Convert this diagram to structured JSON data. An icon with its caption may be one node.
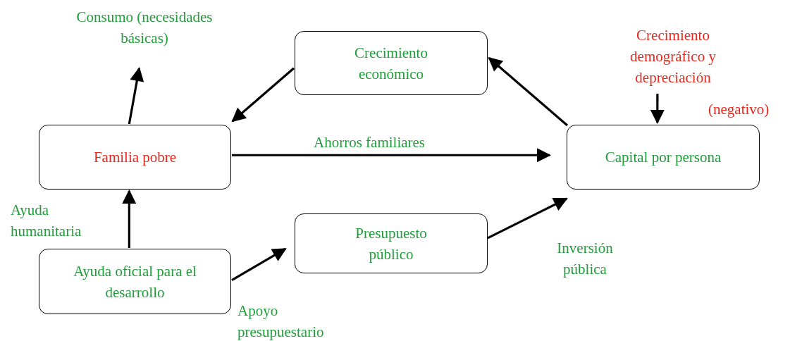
{
  "diagram": {
    "nodes": [
      {
        "text": [
          "Crecimiento económico"
        ]
      },
      {
        "text": [
          "Familia pobre"
        ]
      },
      {
        "text": [
          "Capital por persona"
        ]
      },
      {
        "text": [
          "Presupuesto público"
        ]
      },
      {
        "text": [
          "Ayuda oficial para el desarrollo"
        ]
      },
      {
        "text": [
          "Consumo (necesidades básicas)"
        ]
      },
      {
        "text": [
          "Crecimiento demográfico y depreciación"
        ]
      }
    ],
    "edges": [
      {
        "from": 0,
        "to": 1,
        "arrow": "to"
      },
      {
        "from": 2,
        "to": 0,
        "arrow": "to"
      },
      {
        "from": 1,
        "to": 2,
        "arrow": "to",
        "label": "Ahorros familiares"
      },
      {
        "from": 1,
        "to": 5,
        "arrow": "to"
      },
      {
        "from": 4,
        "to": 1,
        "arrow": "to",
        "label": "Ayuda humanitaria"
      },
      {
        "from": 4,
        "to": 3,
        "arrow": "to",
        "label": "Apoyo presupuestario"
      },
      {
        "from": 3,
        "to": 2,
        "arrow": "to",
        "label": "Inversión pública"
      },
      {
        "from": 6,
        "to": 2,
        "arrow": "to"
      }
    ],
    "labels": [
      "(negativo)"
    ]
  }
}
